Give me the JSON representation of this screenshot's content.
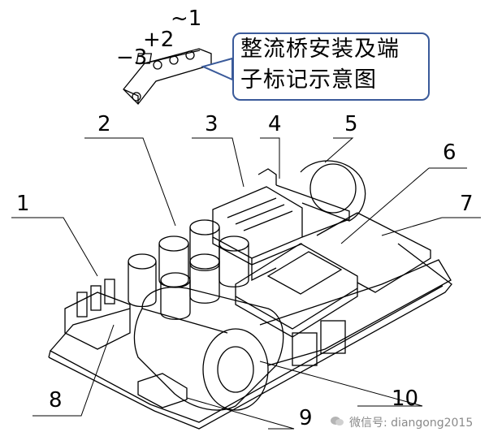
{
  "callout": {
    "line1": "整流桥安装及端",
    "line2": "子标记示意图"
  },
  "terminal_marks": {
    "t1": "~1",
    "t2": "+2",
    "t3": "−3"
  },
  "part_labels": [
    "1",
    "2",
    "3",
    "4",
    "5",
    "6",
    "7",
    "8",
    "9",
    "10"
  ],
  "watermark": "微信号: diangong2015"
}
